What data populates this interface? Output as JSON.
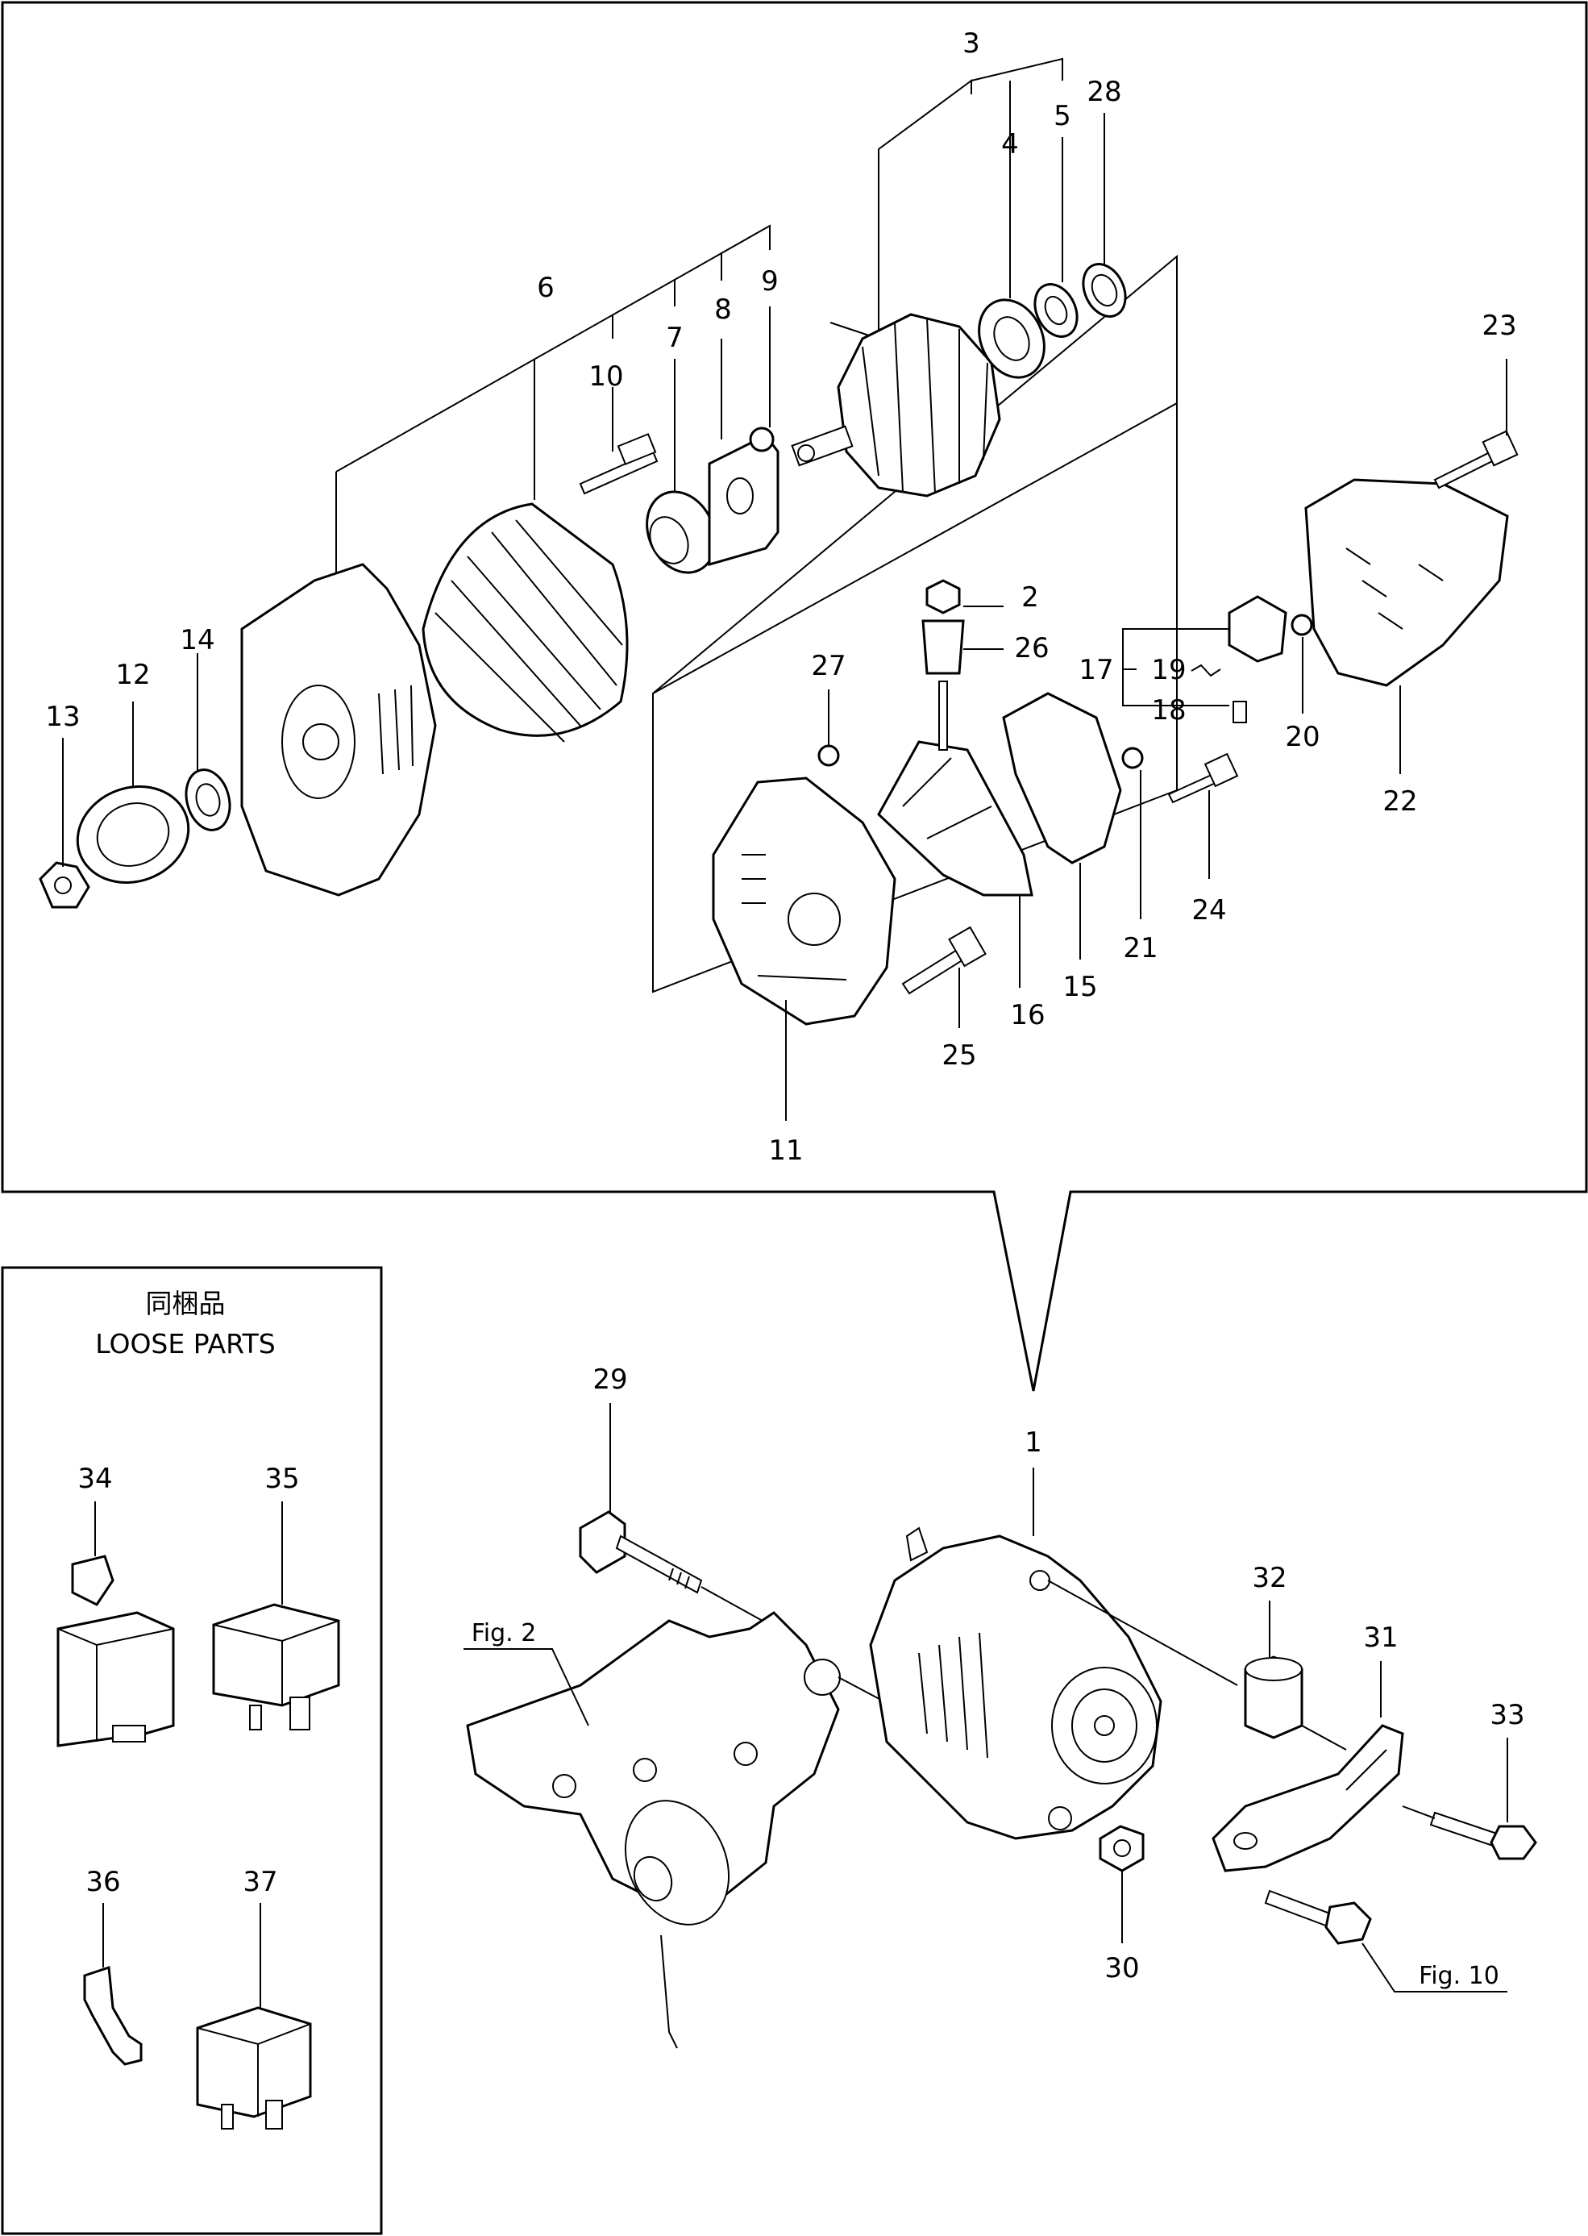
{
  "callouts": {
    "c1": "1",
    "c2": "2",
    "c3": "3",
    "c4": "4",
    "c5": "5",
    "c6": "6",
    "c7": "7",
    "c8": "8",
    "c9": "9",
    "c10": "10",
    "c11": "11",
    "c12": "12",
    "c13": "13",
    "c14": "14",
    "c15": "15",
    "c16": "16",
    "c17": "17",
    "c18": "18",
    "c19": "19",
    "c20": "20",
    "c21": "21",
    "c22": "22",
    "c23": "23",
    "c24": "24",
    "c25": "25",
    "c26": "26",
    "c27": "27",
    "c28": "28",
    "c29": "29",
    "c30": "30",
    "c31": "31",
    "c32": "32",
    "c33": "33",
    "c34": "34",
    "c35": "35",
    "c36": "36",
    "c37": "37"
  },
  "loose_parts": {
    "title_jp": "同梱品",
    "title_en": "LOOSE PARTS"
  },
  "references": {
    "fig2": "Fig. 2",
    "fig10": "Fig. 10"
  }
}
